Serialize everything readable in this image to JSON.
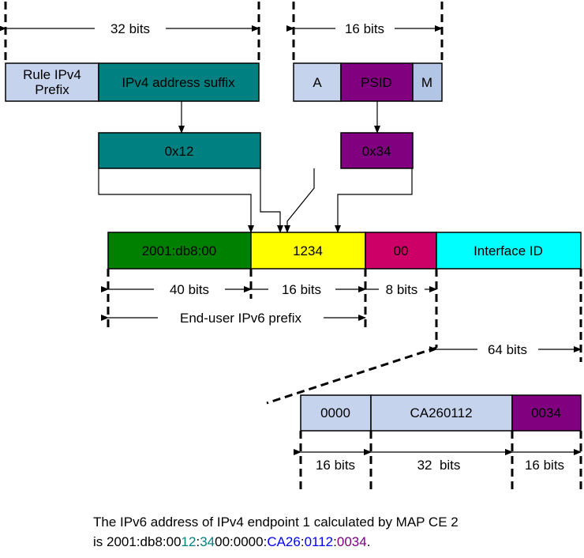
{
  "colors": {
    "light_blue": "#c5d3ec",
    "m_blue": "#b3c5e4",
    "teal": "#008080",
    "purple": "#800080",
    "green": "#008000",
    "yellow": "#ffff00",
    "magenta": "#cc0066",
    "cyan": "#00ffff",
    "caption_teal": "#008080",
    "caption_blue": "#0000ff",
    "caption_purple": "#800080"
  },
  "ipv4": {
    "width_label": "32 bits",
    "rule_prefix_line1": "Rule IPv4",
    "rule_prefix_line2": "Prefix",
    "suffix": "IPv4 address suffix",
    "suffix_value": "0x12"
  },
  "port": {
    "width_label": "16 bits",
    "a": "A",
    "psid": "PSID",
    "m": "M",
    "psid_value": "0x34"
  },
  "ipv6": {
    "seg_prefix": "2001:db8:00",
    "seg_mid": "1234",
    "seg_subnet": "00",
    "seg_iid": "Interface ID",
    "w1": "40 bits",
    "w2": "16 bits",
    "w3": "8 bits",
    "enduser": "End-user IPv6 prefix",
    "iid_width": "64 bits"
  },
  "iid": {
    "f1": "0000",
    "f2": "CA260112",
    "f3": "0034",
    "w1": "16 bits",
    "w2": "32  bits",
    "w3": "16 bits"
  },
  "caption": {
    "line1": "The IPv6 address of IPv4 endpoint 1 calculated by MAP CE 2",
    "line2_prefix": "is 2001:db8:00",
    "p12": "12",
    "colon1": ":",
    "p34": "34",
    "p00": "00:0000:",
    "pca26": "CA26",
    "colon2": ":",
    "p0112": "0112",
    "colon3": ":",
    "p0034": "0034",
    "dot": "."
  }
}
